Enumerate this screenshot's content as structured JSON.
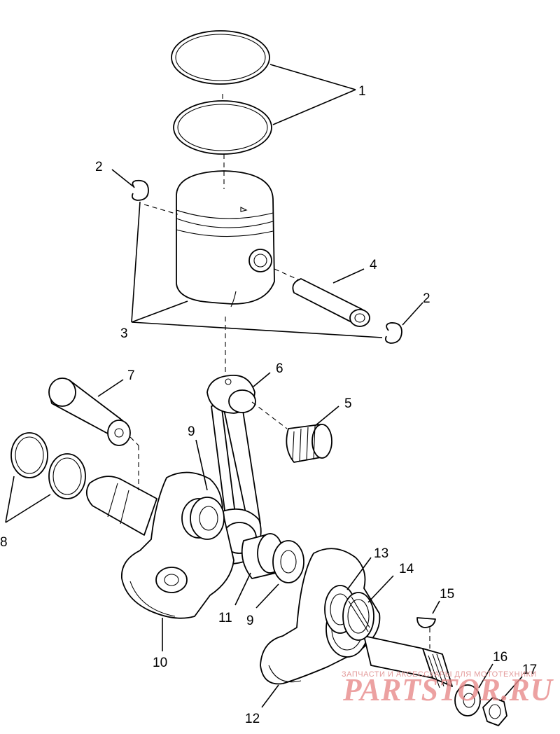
{
  "diagram": {
    "callouts": [
      {
        "id": "1",
        "text": "1"
      },
      {
        "id": "2a",
        "text": "2"
      },
      {
        "id": "2b",
        "text": "2"
      },
      {
        "id": "3",
        "text": "3"
      },
      {
        "id": "4",
        "text": "4"
      },
      {
        "id": "5",
        "text": "5"
      },
      {
        "id": "6",
        "text": "6"
      },
      {
        "id": "7",
        "text": "7"
      },
      {
        "id": "8",
        "text": "8"
      },
      {
        "id": "9a",
        "text": "9"
      },
      {
        "id": "9b",
        "text": "9"
      },
      {
        "id": "10",
        "text": "10"
      },
      {
        "id": "11",
        "text": "11"
      },
      {
        "id": "12",
        "text": "12"
      },
      {
        "id": "13",
        "text": "13"
      },
      {
        "id": "14",
        "text": "14"
      },
      {
        "id": "15",
        "text": "15"
      },
      {
        "id": "16",
        "text": "16"
      },
      {
        "id": "17",
        "text": "17"
      }
    ]
  },
  "watermark": {
    "tagline": "ЗАПЧАСТИ И АКСЕССУАРЫ ДЛЯ МОТОТЕХНИКИ",
    "brand": "PARTSTOR.RU",
    "color": "#e88a8a"
  }
}
